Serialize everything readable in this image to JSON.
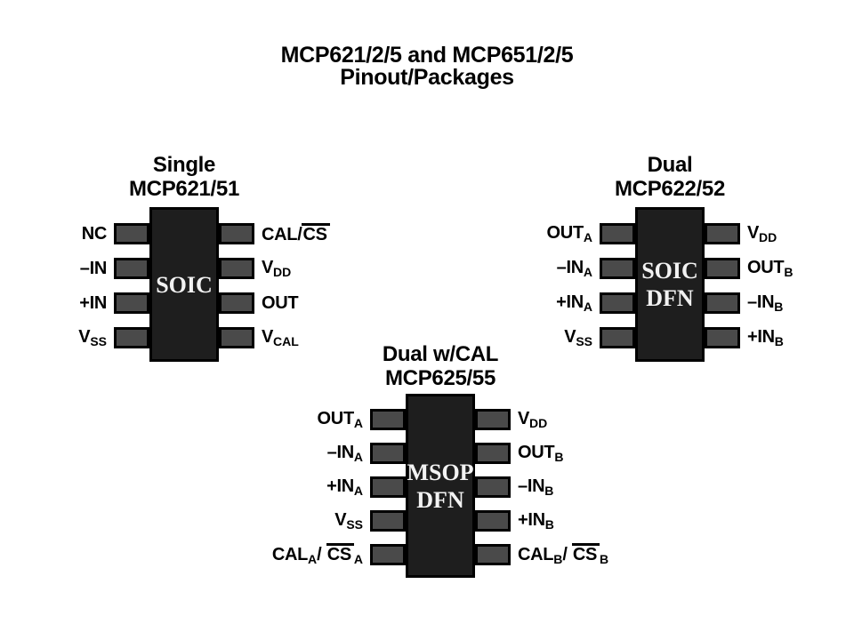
{
  "page_title": {
    "line1": "MCP621/2/5 and MCP651/2/5",
    "line2": "Pinout/Packages"
  },
  "colors": {
    "background": "#ffffff",
    "text": "#000000",
    "chip_body": "#1e1e1e",
    "pin_fill": "#4a4a4a",
    "outline": "#000000",
    "package_text": "#f2f2f2"
  },
  "chips": [
    {
      "id": "single",
      "title_line1": "Single",
      "title_line2": "MCP621/51",
      "package_line1": "SOIC",
      "package_line2": "",
      "pins_left": [
        [
          {
            "t": "NC"
          }
        ],
        [
          {
            "t": "–IN"
          }
        ],
        [
          {
            "t": "+IN"
          }
        ],
        [
          {
            "t": "V"
          },
          {
            "t": "SS",
            "sub": true
          }
        ]
      ],
      "pins_right": [
        [
          {
            "t": "CAL/"
          },
          {
            "t": "CS",
            "over": true
          }
        ],
        [
          {
            "t": "V"
          },
          {
            "t": "DD",
            "sub": true
          }
        ],
        [
          {
            "t": "OUT"
          }
        ],
        [
          {
            "t": "V"
          },
          {
            "t": "CAL",
            "sub": true
          }
        ]
      ]
    },
    {
      "id": "dual",
      "title_line1": "Dual",
      "title_line2": "MCP622/52",
      "package_line1": "SOIC",
      "package_line2": "DFN",
      "pins_left": [
        [
          {
            "t": "OUT"
          },
          {
            "t": "A",
            "sub": true
          }
        ],
        [
          {
            "t": "–IN"
          },
          {
            "t": "A",
            "sub": true
          }
        ],
        [
          {
            "t": "+IN"
          },
          {
            "t": "A",
            "sub": true
          }
        ],
        [
          {
            "t": "V"
          },
          {
            "t": "SS",
            "sub": true
          }
        ]
      ],
      "pins_right": [
        [
          {
            "t": "V"
          },
          {
            "t": "DD",
            "sub": true
          }
        ],
        [
          {
            "t": "OUT"
          },
          {
            "t": "B",
            "sub": true
          }
        ],
        [
          {
            "t": "–IN"
          },
          {
            "t": "B",
            "sub": true
          }
        ],
        [
          {
            "t": "+IN"
          },
          {
            "t": "B",
            "sub": true
          }
        ]
      ]
    },
    {
      "id": "dual-cal",
      "title_line1": "Dual w/CAL",
      "title_line2": "MCP625/55",
      "package_line1": "MSOP",
      "package_line2": "DFN",
      "pins_left": [
        [
          {
            "t": "OUT"
          },
          {
            "t": "A",
            "sub": true
          }
        ],
        [
          {
            "t": "–IN"
          },
          {
            "t": "A",
            "sub": true
          }
        ],
        [
          {
            "t": "+IN"
          },
          {
            "t": "A",
            "sub": true
          }
        ],
        [
          {
            "t": "V"
          },
          {
            "t": "SS",
            "sub": true
          }
        ],
        [
          {
            "t": "CAL"
          },
          {
            "t": "A",
            "sub": true
          },
          {
            "t": "/ "
          },
          {
            "t": "CS",
            "over": true
          },
          {
            "t": "A",
            "sub": true
          }
        ]
      ],
      "pins_right": [
        [
          {
            "t": "V"
          },
          {
            "t": "DD",
            "sub": true
          }
        ],
        [
          {
            "t": "OUT"
          },
          {
            "t": "B",
            "sub": true
          }
        ],
        [
          {
            "t": "–IN"
          },
          {
            "t": "B",
            "sub": true
          }
        ],
        [
          {
            "t": "+IN"
          },
          {
            "t": "B",
            "sub": true
          }
        ],
        [
          {
            "t": "CAL"
          },
          {
            "t": "B",
            "sub": true
          },
          {
            "t": "/ "
          },
          {
            "t": "CS",
            "over": true
          },
          {
            "t": "B",
            "sub": true
          }
        ]
      ]
    }
  ]
}
